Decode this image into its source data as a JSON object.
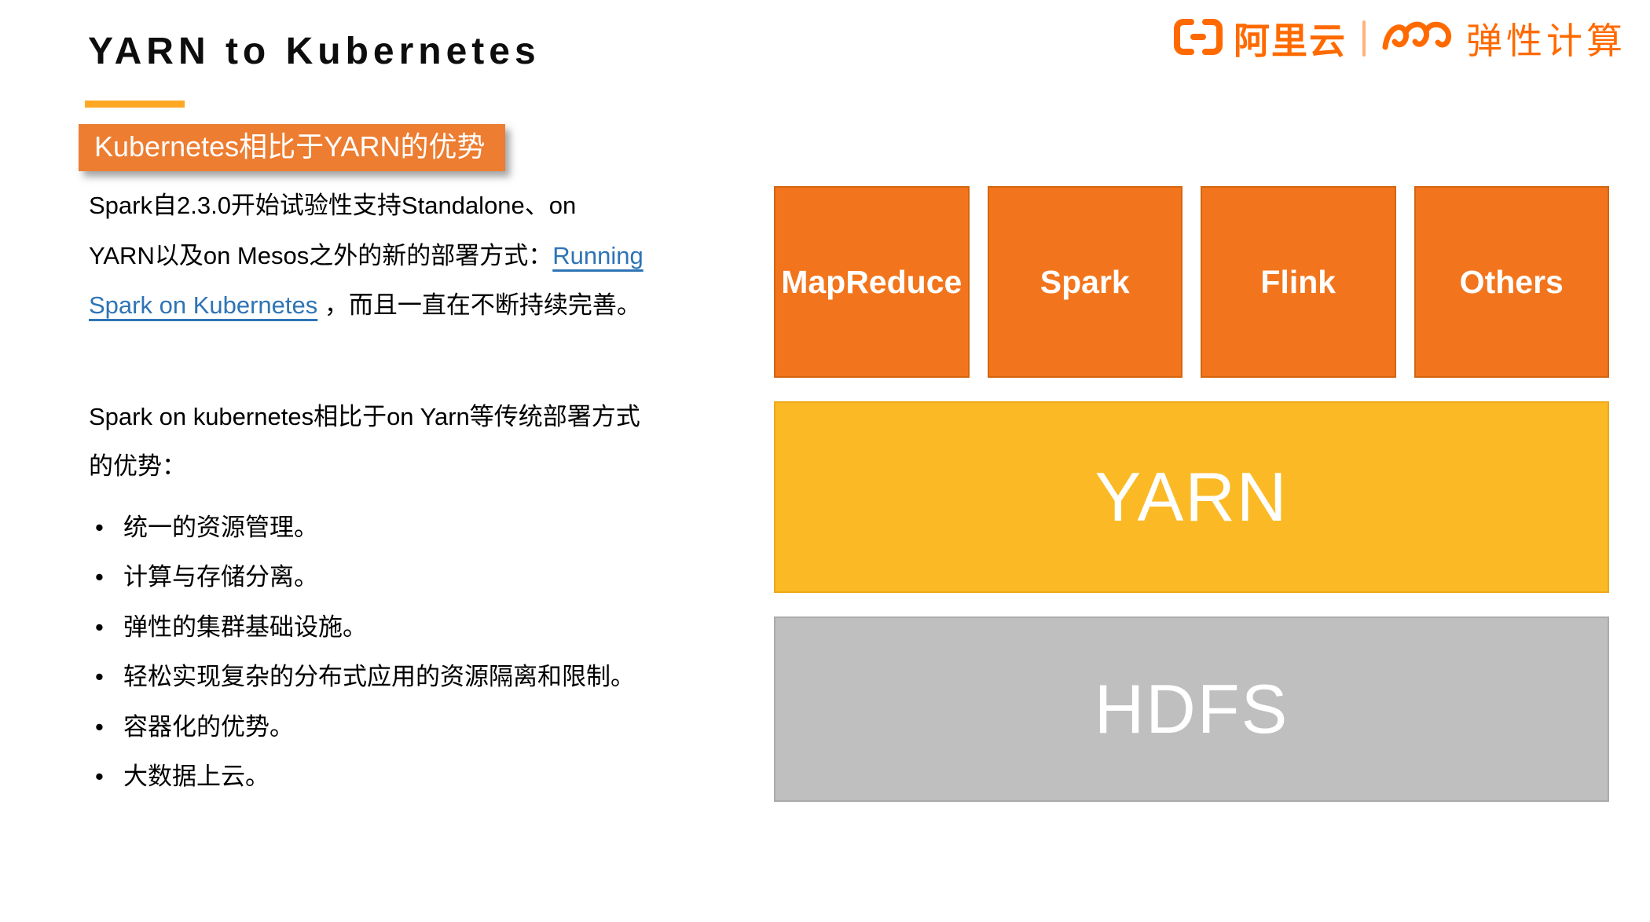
{
  "header": {
    "title": "YARN to Kubernetes",
    "logo": {
      "brand": "阿里云",
      "product": "弹性计算"
    }
  },
  "badge": {
    "label": "Kubernetes相比于YARN的优势"
  },
  "intro": {
    "before_link": "Spark自2.3.0开始试验性支持Standalone、on YARN以及on Mesos之外的新的部署方式：",
    "link_text": "Running Spark on Kubernetes",
    "after_link": " ，而且一直在不断持续完善。"
  },
  "advantages": {
    "lead": "Spark on kubernetes相比于on Yarn等传统部署方式的优势：",
    "bullets": [
      "统一的资源管理。",
      "计算与存储分离。",
      "弹性的集群基础设施。",
      "轻松实现复杂的分布式应用的资源隔离和限制。",
      "容器化的优势。",
      "大数据上云。"
    ]
  },
  "diagram": {
    "apps": [
      {
        "label": "MapReduce"
      },
      {
        "label": "Spark"
      },
      {
        "label": "Flink"
      },
      {
        "label": "Others"
      }
    ],
    "yarn_label": "YARN",
    "hdfs_label": "HDFS"
  },
  "colors": {
    "logo_orange": "#FF6A00",
    "badge_orange": "#ED7D31",
    "accent_underline": "#FFA826",
    "app_box_fill": "#F2751D",
    "yarn_fill": "#FBBA25",
    "hdfs_fill": "#BFBFBF",
    "link_blue": "#2E74B5"
  }
}
